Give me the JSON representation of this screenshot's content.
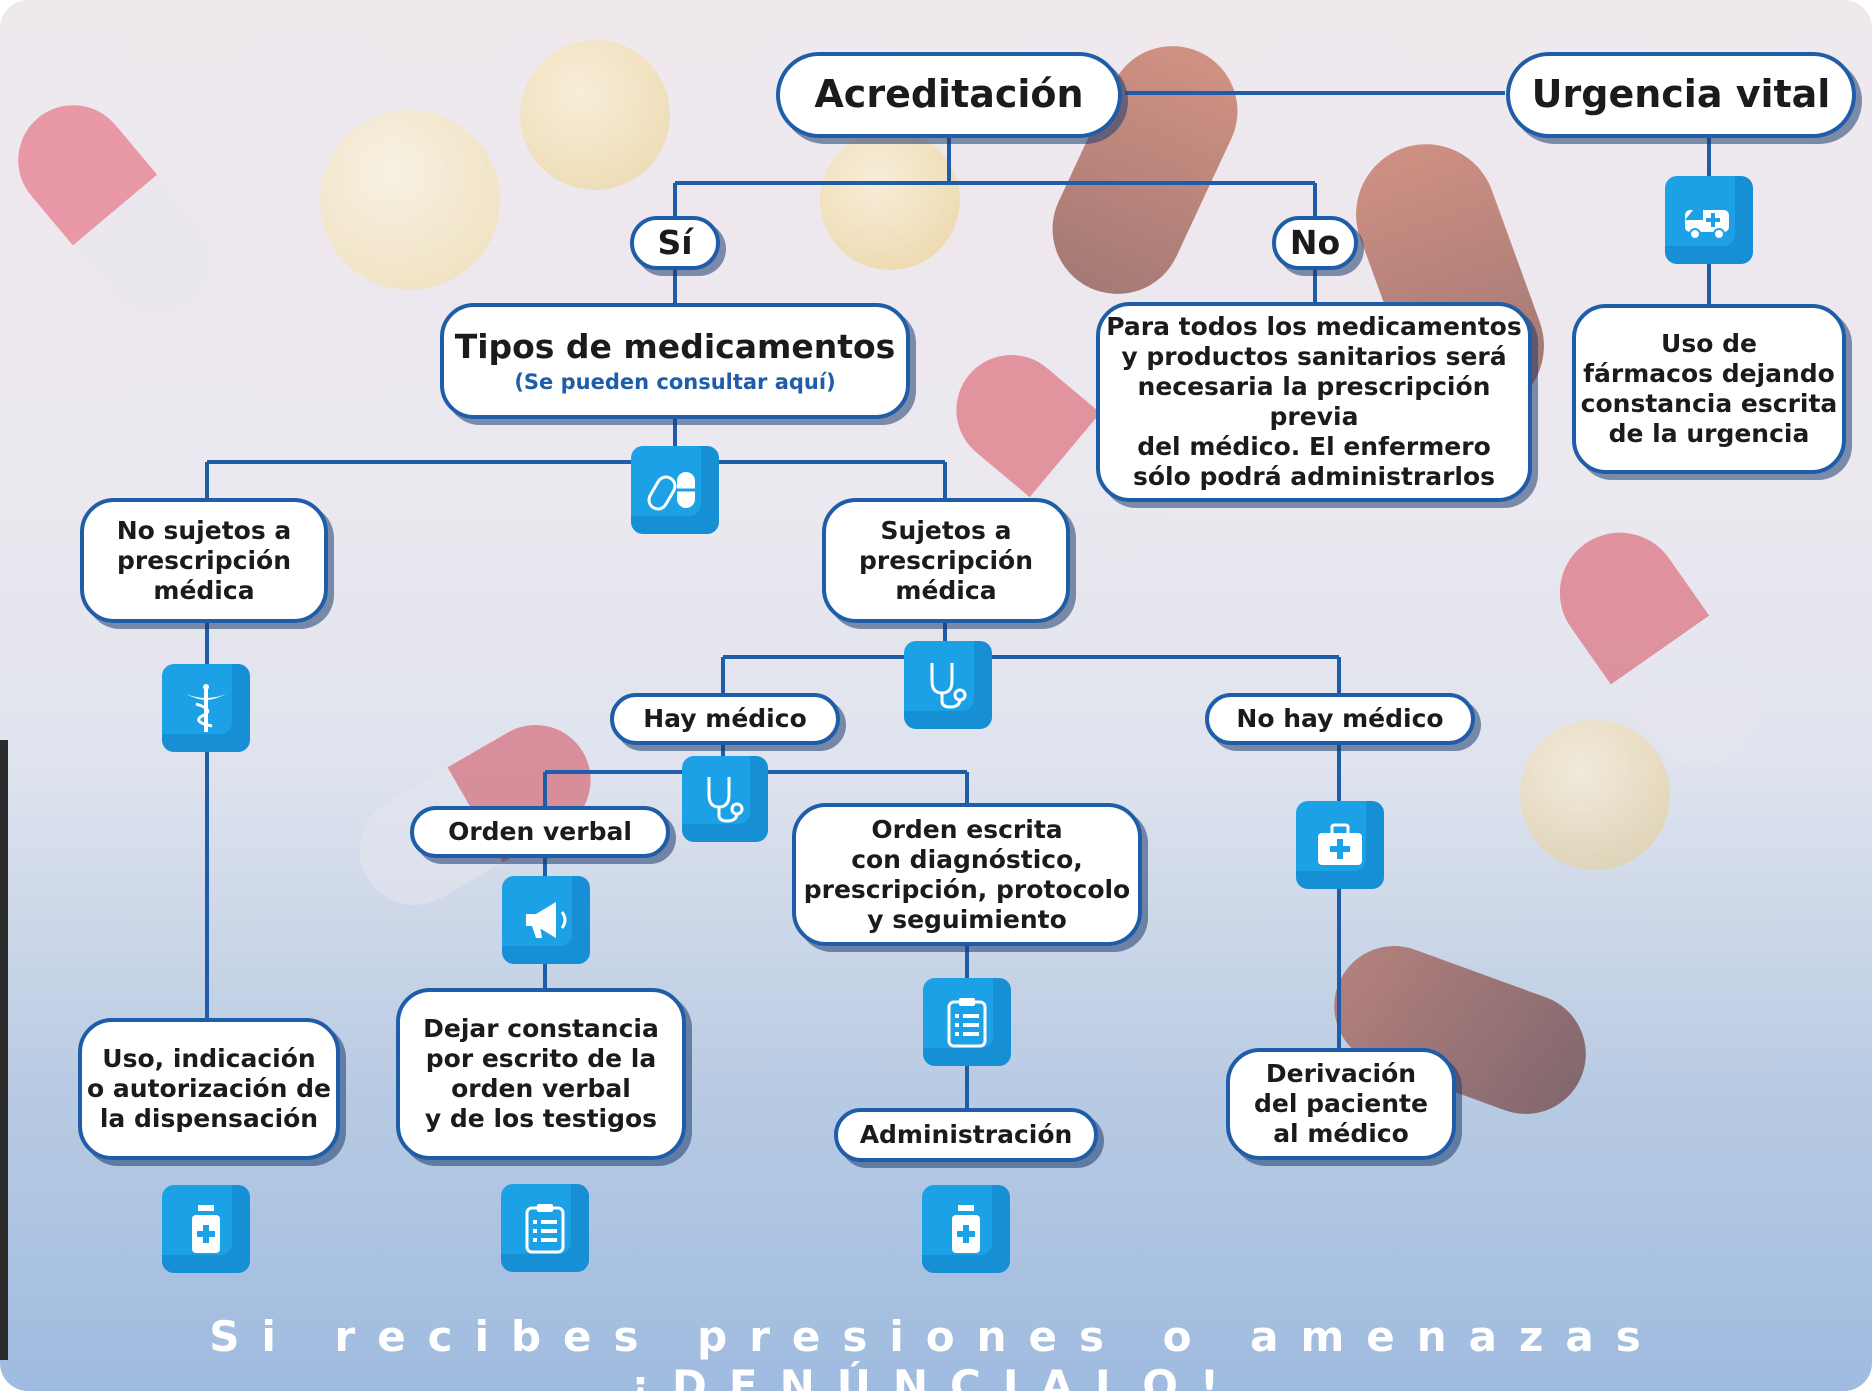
{
  "nodes": {
    "acreditacion": "Acreditación",
    "urgencia_vital": "Urgencia vital",
    "si": "Sí",
    "no": "No",
    "tipos_title": "Tipos de medicamentos",
    "tipos_link": "(Se pueden consultar aquí)",
    "no_text": "Para todos los medicamentos\ny productos sanitarios será\nnecesaria la prescripción previa\ndel médico. El enfermero\nsólo podrá administrarlos",
    "urgencia_text": "Uso de\nfármacos dejando\nconstancia escrita\nde la urgencia",
    "no_sujetos": "No sujetos a\nprescripción\nmédica",
    "sujetos": "Sujetos a\nprescripción\nmédica",
    "hay_medico": "Hay médico",
    "no_hay_medico": "No hay médico",
    "orden_verbal": "Orden verbal",
    "orden_escrita": "Orden escrita\ncon diagnóstico,\nprescripción, protocolo\ny seguimiento",
    "uso_indicacion": "Uso, indicación\no autorización de\nla dispensación",
    "dejar_constancia": "Dejar constancia\npor escrito de la\norden verbal\ny de los testigos",
    "administracion": "Administración",
    "derivacion": "Derivación\ndel paciente\nal médico"
  },
  "icons": {
    "ambulance": "ambulance-icon",
    "pills": "pills-icon",
    "caduceus": "caduceus-icon",
    "stethoscope_1": "stethoscope-icon",
    "stethoscope_2": "stethoscope-icon",
    "first_aid": "first-aid-kit-icon",
    "megaphone": "megaphone-icon",
    "clipboard_1": "clipboard-list-icon",
    "clipboard_2": "clipboard-list-icon",
    "medicine_bottle_1": "medicine-bottle-icon",
    "medicine_bottle_2": "medicine-bottle-icon"
  },
  "footer": {
    "slogan": "Si recibes presiones o amenazas ¡DENÚNCIALO!"
  },
  "colors": {
    "node_border": "#1f5da8",
    "icon_bg": "#1da1e6",
    "link_text": "#1f5da8",
    "slogan": "#ffffff"
  }
}
